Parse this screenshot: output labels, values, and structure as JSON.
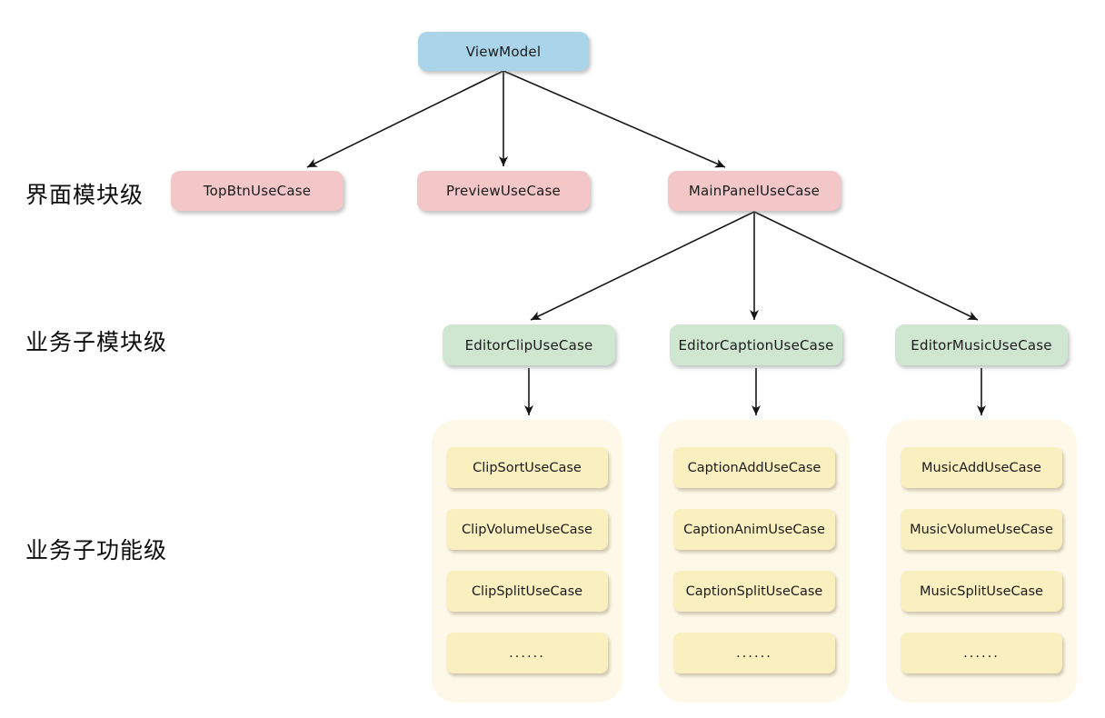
{
  "diagram": {
    "root": {
      "label": "ViewModel"
    },
    "row_labels": {
      "level2": "界面模块级",
      "level3": "业务子模块级",
      "level4": "业务子功能级"
    },
    "level2": [
      {
        "label": "TopBtnUseCase"
      },
      {
        "label": "PreviewUseCase"
      },
      {
        "label": "MainPanelUseCase"
      }
    ],
    "level3": [
      {
        "label": "EditorClipUseCase"
      },
      {
        "label": "EditorCaptionUseCase"
      },
      {
        "label": "EditorMusicUseCase"
      }
    ],
    "groups": [
      {
        "parent": "EditorClipUseCase",
        "items": [
          "ClipSortUseCase",
          "ClipVolumeUseCase",
          "ClipSplitUseCase",
          "......"
        ]
      },
      {
        "parent": "EditorCaptionUseCase",
        "items": [
          "CaptionAddUseCase",
          "CaptionAnimUseCase",
          "CaptionSplitUseCase",
          "......"
        ]
      },
      {
        "parent": "EditorMusicUseCase",
        "items": [
          "MusicAddUseCase",
          "MusicVolumeUseCase",
          "MusicSplitUseCase",
          "......"
        ]
      }
    ],
    "colors": {
      "root_fill": "#a9d4ea",
      "level2_fill": "#f3c7c7",
      "level3_fill": "#cfe6d0",
      "leaf_fill": "#faefbf",
      "group_fill": "#fdf8e8",
      "arrow": "#161616",
      "text": "#1b1b1b"
    }
  }
}
